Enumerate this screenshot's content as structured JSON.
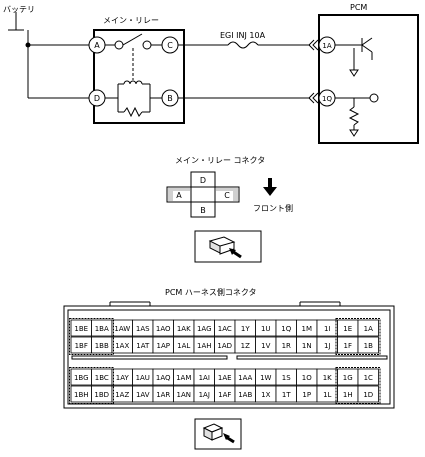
{
  "top": {
    "battery_label": "バッテリ",
    "relay_label": "メイン・リレー",
    "fuse_label": "EGI INJ 10A",
    "pcm_label": "PCM",
    "terminals": {
      "a": "A",
      "b": "B",
      "c": "C",
      "d": "D",
      "p1": "1A",
      "p2": "1Q"
    }
  },
  "relay_connector": {
    "title": "メイン・リレー コネクタ",
    "pins": {
      "d": "D",
      "a": "A",
      "c": "C",
      "b": "B"
    },
    "front_label": "フロント側"
  },
  "pcm_connector": {
    "title": "PCM ハーネス側コネクタ",
    "rows": [
      [
        "1BE",
        "1BA",
        "1AW",
        "1AS",
        "1AO",
        "1AK",
        "1AG",
        "1AC",
        "1Y",
        "1U",
        "1Q",
        "1M",
        "1I",
        "1E",
        "1A"
      ],
      [
        "1BF",
        "1BB",
        "1AX",
        "1AT",
        "1AP",
        "1AL",
        "1AH",
        "1AD",
        "1Z",
        "1V",
        "1R",
        "1N",
        "1J",
        "1F",
        "1B"
      ],
      [
        "1BG",
        "1BC",
        "1AY",
        "1AU",
        "1AQ",
        "1AM",
        "1AI",
        "1AE",
        "1AA",
        "1W",
        "1S",
        "1O",
        "1K",
        "1G",
        "1C"
      ],
      [
        "1BH",
        "1BD",
        "1AZ",
        "1AV",
        "1AR",
        "1AN",
        "1AJ",
        "1AF",
        "1AB",
        "1X",
        "1T",
        "1P",
        "1L",
        "1H",
        "1D"
      ]
    ]
  }
}
